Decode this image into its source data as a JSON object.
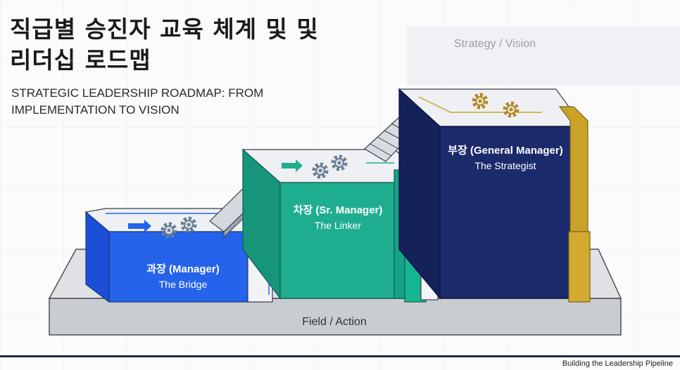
{
  "header": {
    "title": "직급별 승진자 교육 체계 및 및 리더십 로드맵",
    "subtitle": "STRATEGIC LEADERSHIP ROADMAP: FROM IMPLEMENTATION TO VISION"
  },
  "vision_label": "Strategy / Vision",
  "field_label": "Field / Action",
  "blocks": [
    {
      "title": "과장 (Manager)",
      "subtitle": "The Bridge",
      "color": "#2563eb"
    },
    {
      "title": "차장 (Sr. Manager)",
      "subtitle": "The Linker",
      "color": "#1fad8f"
    },
    {
      "title": "부장 (General Manager)",
      "subtitle": "The Strategist",
      "color": "#1b2a6b"
    }
  ],
  "accent_colors": {
    "gold": "#c9a227",
    "base": "#c9ccd0"
  },
  "icons": [
    "gear-icon",
    "arrow-icon"
  ],
  "footer": "Building the Leadership Pipeline"
}
